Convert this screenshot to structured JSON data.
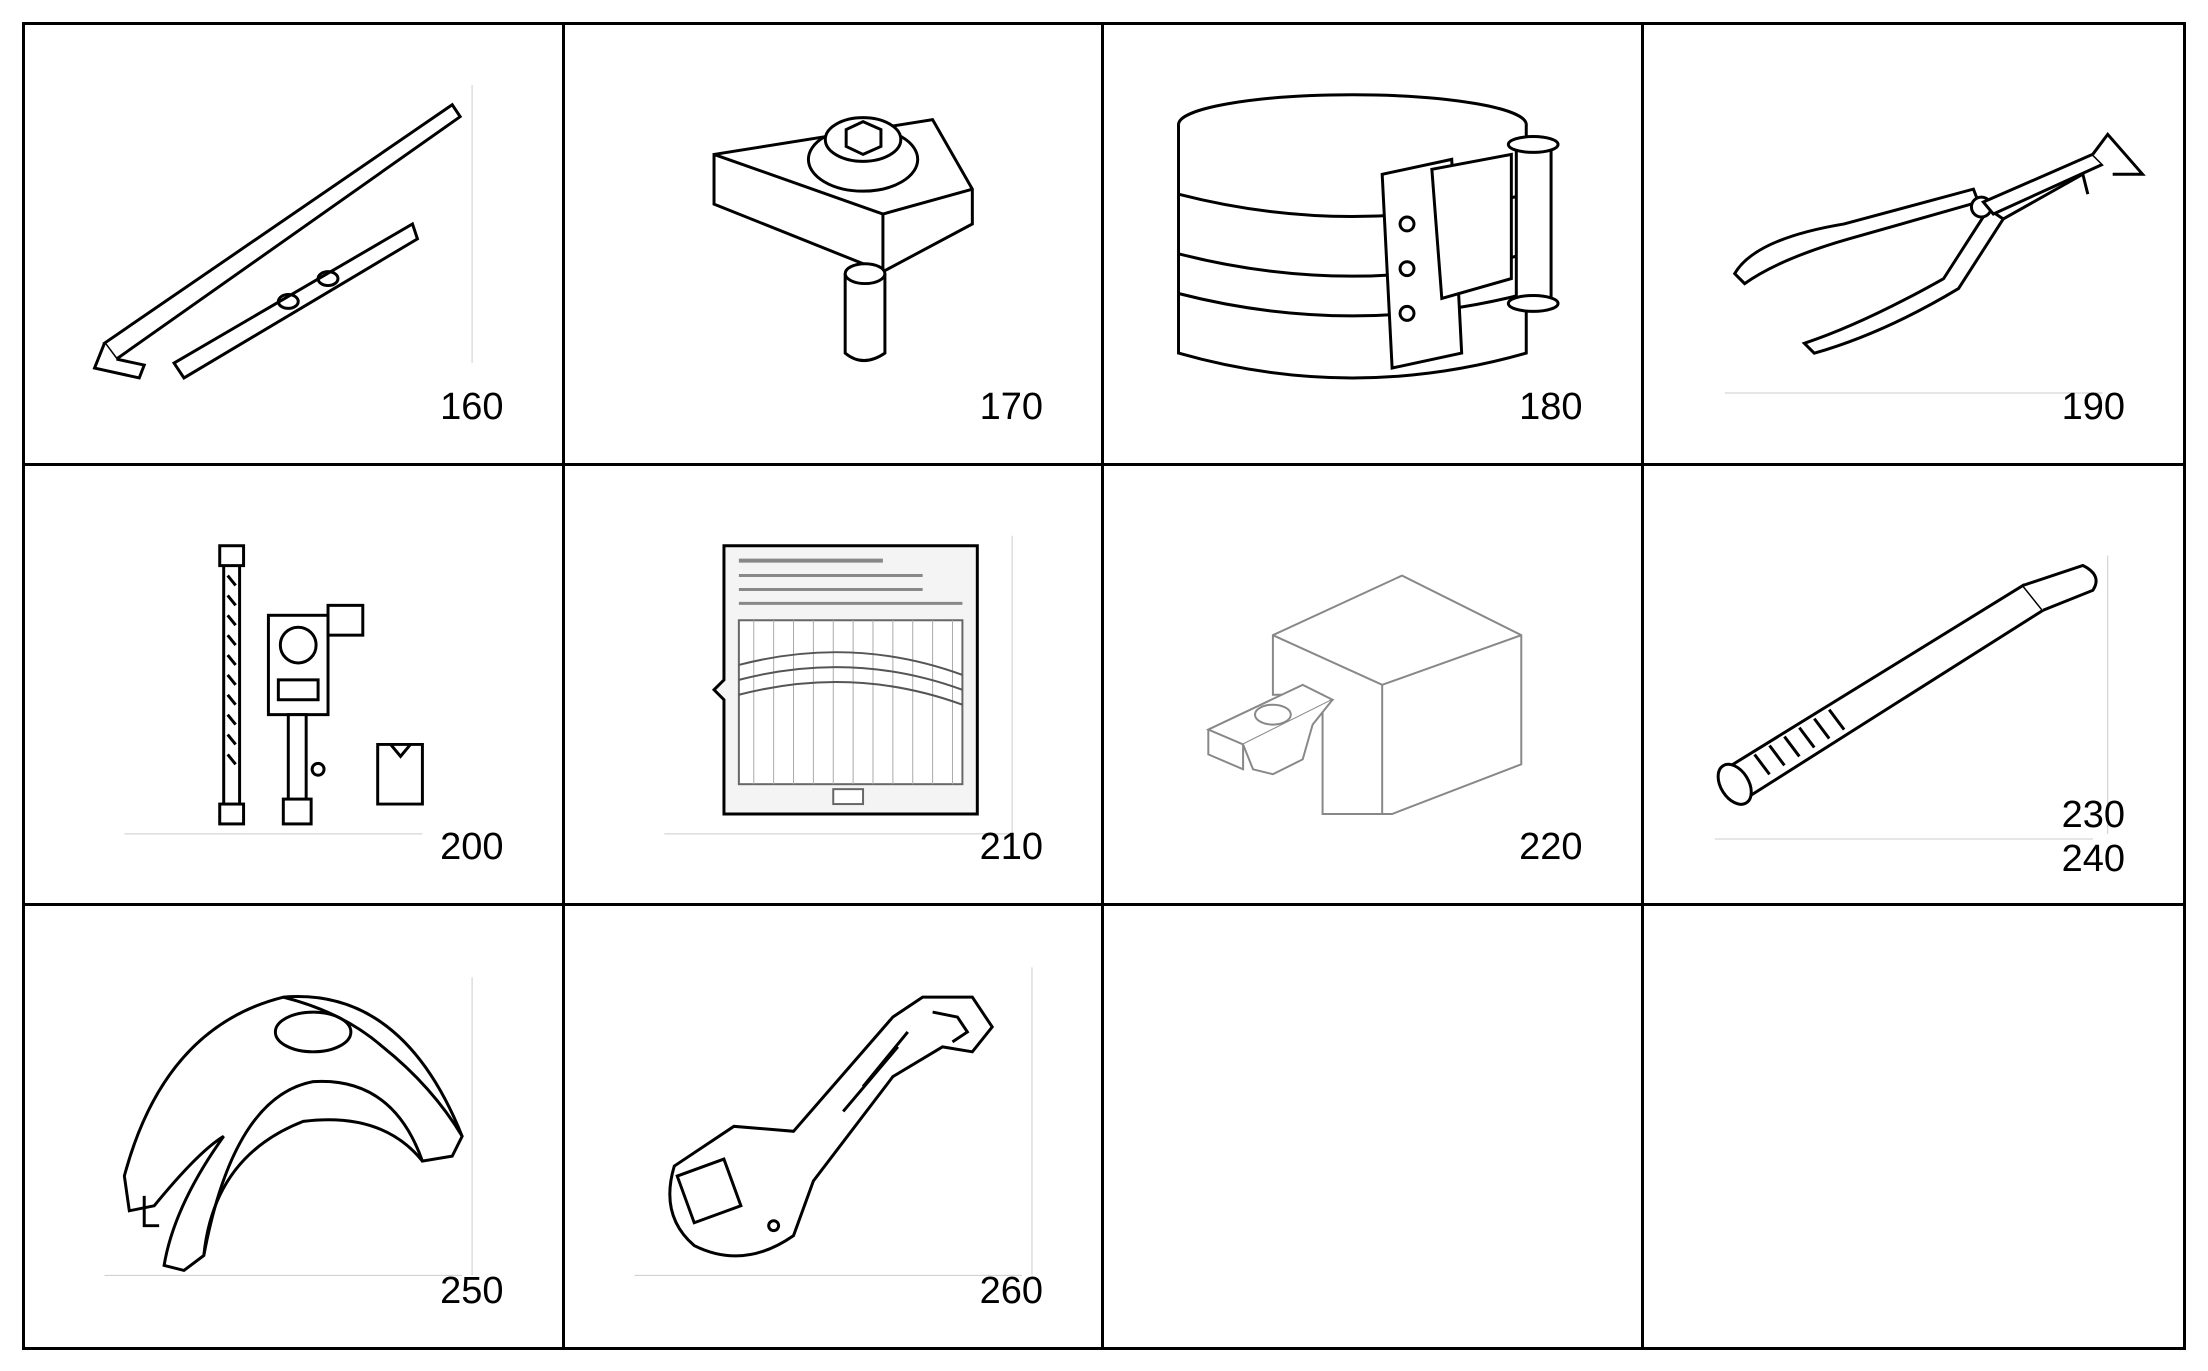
{
  "catalog": {
    "cells": [
      {
        "id": "c160",
        "labels": [
          "160"
        ],
        "icon": "hex-key-wrench-and-gauge-strip"
      },
      {
        "id": "c170",
        "labels": [
          "170"
        ],
        "icon": "socket-block-tool"
      },
      {
        "id": "c180",
        "labels": [
          "180"
        ],
        "icon": "piston-ring-compressor"
      },
      {
        "id": "c190",
        "labels": [
          "190"
        ],
        "icon": "ring-pliers"
      },
      {
        "id": "c200",
        "labels": [
          "200"
        ],
        "icon": "compression-tester-kit"
      },
      {
        "id": "c210",
        "labels": [
          "210"
        ],
        "icon": "diagram-card"
      },
      {
        "id": "c220",
        "labels": [
          "220"
        ],
        "icon": "fork-block-tool"
      },
      {
        "id": "c230",
        "labels": [
          "230",
          "240"
        ],
        "icon": "threaded-drift-punch"
      },
      {
        "id": "c250",
        "labels": [
          "250"
        ],
        "icon": "arch-bridge-tool"
      },
      {
        "id": "c260",
        "labels": [
          "260"
        ],
        "icon": "flare-nut-wrench"
      },
      {
        "id": "c270",
        "labels": [],
        "icon": ""
      },
      {
        "id": "c280",
        "labels": [],
        "icon": ""
      }
    ]
  }
}
